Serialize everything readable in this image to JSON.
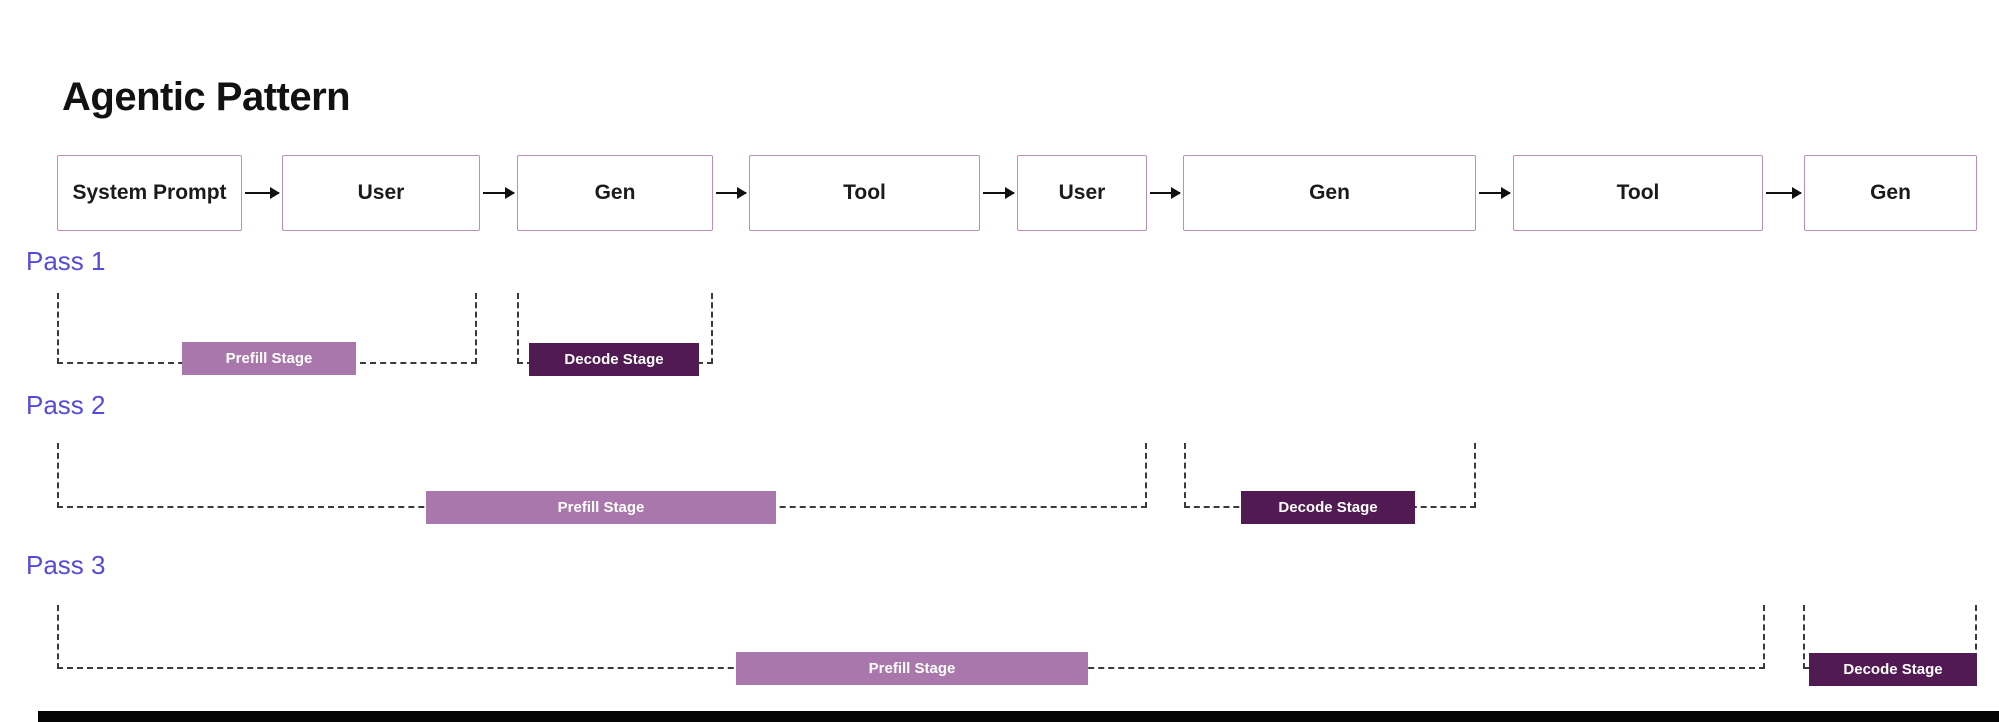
{
  "title": "Agentic Pattern",
  "flow_boxes": [
    "System Prompt",
    "User",
    "Gen",
    "Tool",
    "User",
    "Gen",
    "Tool",
    "Gen"
  ],
  "passes": [
    {
      "label": "Pass 1",
      "prefill": "Prefill Stage",
      "decode": "Decode Stage"
    },
    {
      "label": "Pass 2",
      "prefill": "Prefill Stage",
      "decode": "Decode Stage"
    },
    {
      "label": "Pass 3",
      "prefill": "Prefill Stage",
      "decode": "Decode Stage"
    }
  ],
  "colors": {
    "prefill_bar": "#a977ab",
    "decode_bar": "#521a52",
    "box_border": "#bb8fbb",
    "pass_label": "#564bd8",
    "dashed_line": "#3a3a3a",
    "arrow": "#111111"
  }
}
